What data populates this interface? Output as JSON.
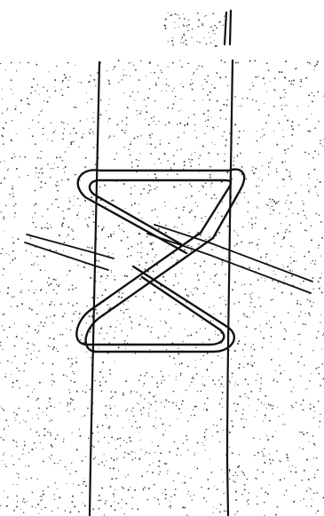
{
  "figure": {
    "colors": {
      "background": "#ffffff",
      "ink": "#111111",
      "stipple": "#3a3a3a"
    },
    "parts": {
      "post": "vertical-post",
      "crossing_strand": "horizontal-crossing-strand",
      "lashing": "figure-eight-lashing"
    }
  }
}
